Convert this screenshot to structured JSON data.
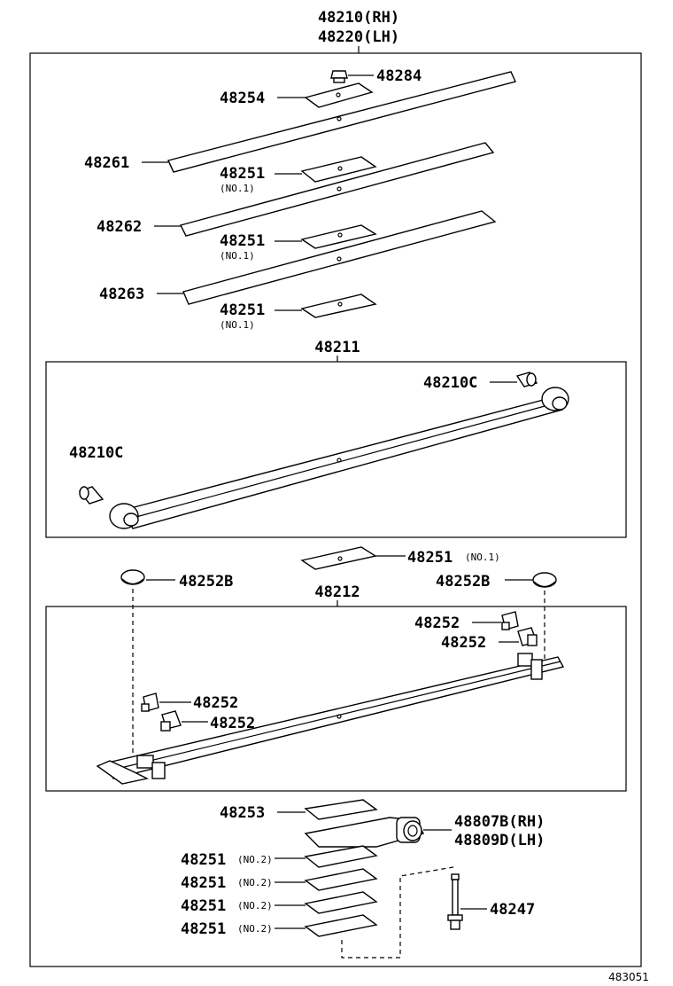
{
  "title": {
    "rh": "48210(RH)",
    "lh": "48220(LH)"
  },
  "labels": {
    "p48284": "48284",
    "p48254": "48254",
    "p48261": "48261",
    "p48262": "48262",
    "p48263": "48263",
    "p48251": "48251",
    "no1": "(NO.1)",
    "no2": "(NO.2)",
    "p48211": "48211",
    "p48210c": "48210C",
    "p48252b": "48252B",
    "p48212": "48212",
    "p48252": "48252",
    "p48253": "48253",
    "p48807b": "48807B(RH)",
    "p48809d": "48809D(LH)",
    "p48247": "48247"
  },
  "figure_code": "483051"
}
